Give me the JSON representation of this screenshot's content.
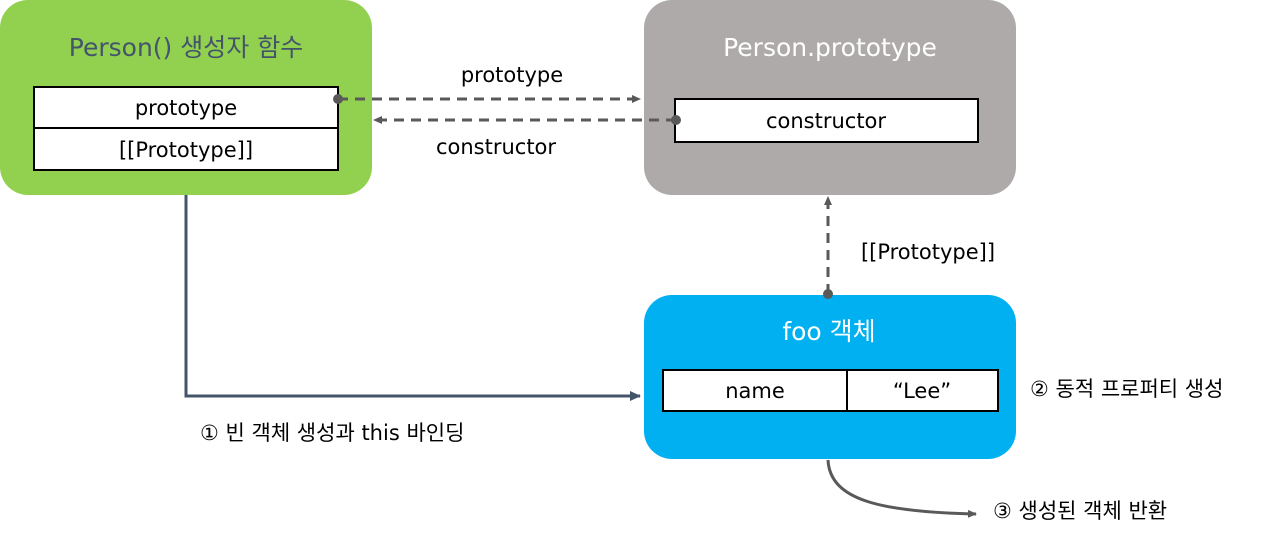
{
  "colors": {
    "constructor_box": "#92d050",
    "prototype_box": "#aeaaaa",
    "instance_box": "#00b0f0",
    "constructor_title": "#44546a",
    "arrow_dashed": "#595959",
    "arrow_solid": "#44546a"
  },
  "constructor_box": {
    "title": "Person() 생성자 함수",
    "rows": [
      "prototype",
      "[[Prototype]]"
    ]
  },
  "prototype_box": {
    "title": "Person.prototype",
    "rows": [
      "constructor"
    ]
  },
  "instance_box": {
    "title": "foo 객체",
    "property": {
      "key": "name",
      "value": "“Lee”"
    }
  },
  "links": {
    "prototype": "prototype",
    "constructor": "constructor",
    "proto_link": "[[Prototype]]"
  },
  "steps": {
    "step1": "① 빈 객체 생성과 this 바인딩",
    "step2": "② 동적 프로퍼티 생성",
    "step3": "③ 생성된 객체 반환"
  }
}
